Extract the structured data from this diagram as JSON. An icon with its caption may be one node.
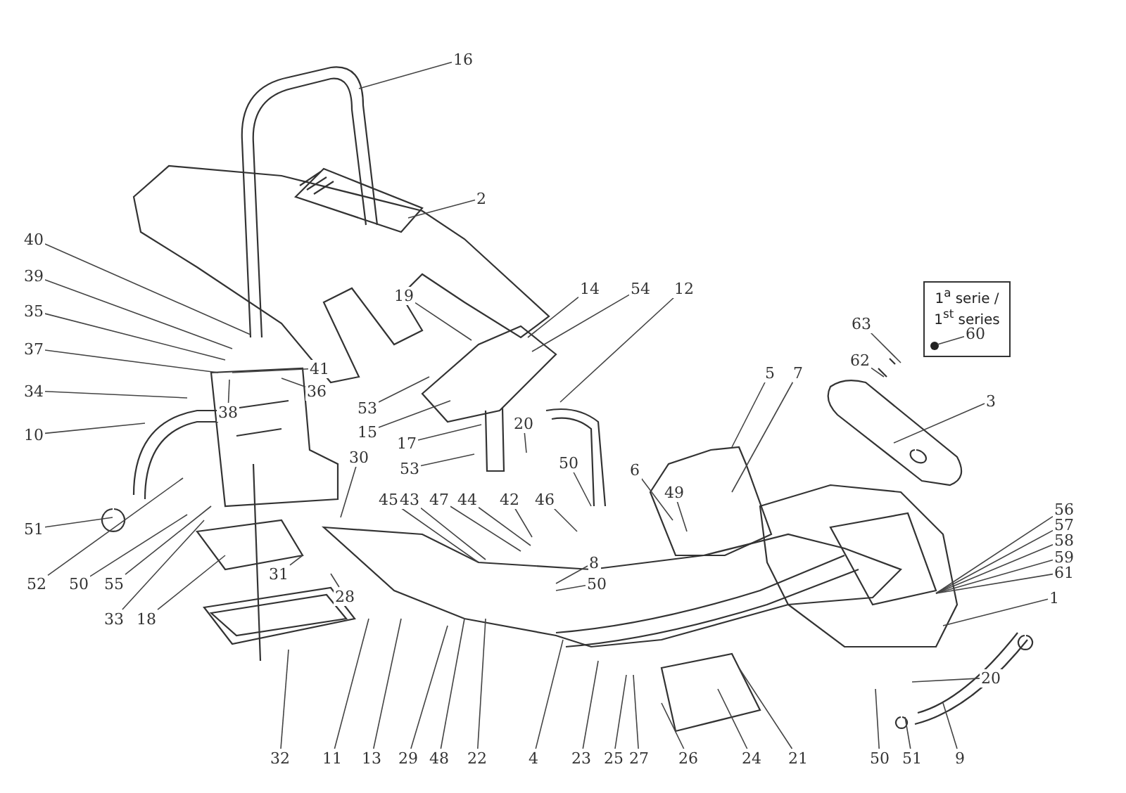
{
  "diagram": {
    "nodes": [
      {
        "text": [
          "16"
        ]
      },
      {
        "text": [
          "2"
        ]
      },
      {
        "text": [
          "40"
        ]
      },
      {
        "text": [
          "39"
        ]
      },
      {
        "text": [
          "35"
        ]
      },
      {
        "text": [
          "37"
        ]
      },
      {
        "text": [
          "41"
        ]
      },
      {
        "text": [
          "36"
        ]
      },
      {
        "text": [
          "38"
        ]
      },
      {
        "text": [
          "34"
        ]
      },
      {
        "text": [
          "10"
        ]
      },
      {
        "text": [
          "19"
        ]
      },
      {
        "text": [
          "14"
        ]
      },
      {
        "text": [
          "54"
        ]
      },
      {
        "text": [
          "12"
        ]
      },
      {
        "text": [
          "1$^{a}$ serie / 1$^{st}$ series"
        ]
      },
      {
        "text": [
          "60"
        ],
        "in": 15
      },
      {
        "text": [
          "63"
        ]
      },
      {
        "text": [
          "62"
        ]
      },
      {
        "text": [
          "53"
        ]
      },
      {
        "text": [
          "15"
        ]
      },
      {
        "text": [
          "17"
        ]
      },
      {
        "text": [
          "3"
        ]
      },
      {
        "text": [
          "5"
        ]
      },
      {
        "text": [
          "7"
        ]
      },
      {
        "text": [
          "20"
        ]
      },
      {
        "text": [
          "53"
        ]
      },
      {
        "text": [
          "30"
        ]
      },
      {
        "text": [
          "50"
        ]
      },
      {
        "text": [
          "6"
        ]
      },
      {
        "text": [
          "45"
        ]
      },
      {
        "text": [
          "43"
        ]
      },
      {
        "text": [
          "47"
        ]
      },
      {
        "text": [
          "44"
        ]
      },
      {
        "text": [
          "42"
        ]
      },
      {
        "text": [
          "46"
        ]
      },
      {
        "text": [
          "49"
        ]
      },
      {
        "text": [
          "56"
        ]
      },
      {
        "text": [
          "57"
        ]
      },
      {
        "text": [
          "58"
        ]
      },
      {
        "text": [
          "59"
        ]
      },
      {
        "text": [
          "61"
        ]
      },
      {
        "text": [
          "51"
        ]
      },
      {
        "text": [
          "8"
        ]
      },
      {
        "text": [
          "50"
        ]
      },
      {
        "text": [
          "31"
        ]
      },
      {
        "text": [
          "52"
        ]
      },
      {
        "text": [
          "50"
        ]
      },
      {
        "text": [
          "55"
        ]
      },
      {
        "text": [
          "28"
        ]
      },
      {
        "text": [
          "1"
        ]
      },
      {
        "text": [
          "33"
        ]
      },
      {
        "text": [
          "18"
        ]
      },
      {
        "text": [
          "20"
        ]
      },
      {
        "text": [
          "32"
        ]
      },
      {
        "text": [
          "11"
        ]
      },
      {
        "text": [
          "13"
        ]
      },
      {
        "text": [
          "29"
        ]
      },
      {
        "text": [
          "48"
        ]
      },
      {
        "text": [
          "22"
        ]
      },
      {
        "text": [
          "4"
        ]
      },
      {
        "text": [
          "23"
        ]
      },
      {
        "text": [
          "25"
        ]
      },
      {
        "text": [
          "27"
        ]
      },
      {
        "text": [
          "26"
        ]
      },
      {
        "text": [
          "24"
        ]
      },
      {
        "text": [
          "21"
        ]
      },
      {
        "text": [
          "50"
        ]
      },
      {
        "text": [
          "51"
        ]
      },
      {
        "text": [
          "9"
        ]
      }
    ],
    "edges": [
      {
        "from": 0,
        "to": null,
        "arrow": "none"
      },
      {
        "from": 1,
        "to": null,
        "arrow": "none"
      },
      {
        "from": 2,
        "to": null,
        "arrow": "none"
      },
      {
        "from": 3,
        "to": null,
        "arrow": "none"
      },
      {
        "from": 4,
        "to": null,
        "arrow": "none"
      },
      {
        "from": 5,
        "to": null,
        "arrow": "none"
      },
      {
        "from": 6,
        "to": null,
        "arrow": "none"
      },
      {
        "from": 7,
        "to": null,
        "arrow": "none"
      },
      {
        "from": 8,
        "to": null,
        "arrow": "none"
      },
      {
        "from": 9,
        "to": null,
        "arrow": "none"
      },
      {
        "from": 10,
        "to": null,
        "arrow": "none"
      },
      {
        "from": 11,
        "to": null,
        "arrow": "none"
      },
      {
        "from": 12,
        "to": null,
        "arrow": "none"
      },
      {
        "from": 13,
        "to": null,
        "arrow": "none"
      },
      {
        "from": 14,
        "to": null,
        "arrow": "none"
      },
      {
        "from": 16,
        "to": null,
        "arrow": "none"
      },
      {
        "from": 17,
        "to": null,
        "arrow": "none"
      },
      {
        "from": 18,
        "to": null,
        "arrow": "none"
      },
      {
        "from": 19,
        "to": null,
        "arrow": "none"
      },
      {
        "from": 20,
        "to": null,
        "arrow": "none"
      },
      {
        "from": 21,
        "to": null,
        "arrow": "none"
      },
      {
        "from": 22,
        "to": null,
        "arrow": "none"
      },
      {
        "from": 23,
        "to": null,
        "arrow": "none"
      },
      {
        "from": 24,
        "to": null,
        "arrow": "none"
      },
      {
        "from": 25,
        "to": null,
        "arrow": "none"
      },
      {
        "from": 26,
        "to": null,
        "arrow": "none"
      },
      {
        "from": 27,
        "to": null,
        "arrow": "none"
      },
      {
        "from": 28,
        "to": null,
        "arrow": "none"
      },
      {
        "from": 29,
        "to": null,
        "arrow": "none"
      },
      {
        "from": 30,
        "to": null,
        "arrow": "none"
      },
      {
        "from": 31,
        "to": null,
        "arrow": "none"
      },
      {
        "from": 32,
        "to": null,
        "arrow": "none"
      },
      {
        "from": 33,
        "to": null,
        "arrow": "none"
      },
      {
        "from": 34,
        "to": null,
        "arrow": "none"
      },
      {
        "from": 35,
        "to": null,
        "arrow": "none"
      },
      {
        "from": 36,
        "to": null,
        "arrow": "none"
      },
      {
        "from": 37,
        "to": null,
        "arrow": "none"
      },
      {
        "from": 38,
        "to": null,
        "arrow": "none"
      },
      {
        "from": 39,
        "to": null,
        "arrow": "none"
      },
      {
        "from": 40,
        "to": null,
        "arrow": "none"
      },
      {
        "from": 41,
        "to": null,
        "arrow": "none"
      },
      {
        "from": 42,
        "to": null,
        "arrow": "none"
      },
      {
        "from": 43,
        "to": null,
        "arrow": "none"
      },
      {
        "from": 44,
        "to": null,
        "arrow": "none"
      },
      {
        "from": 45,
        "to": null,
        "arrow": "none"
      },
      {
        "from": 46,
        "to": null,
        "arrow": "none"
      },
      {
        "from": 47,
        "to": null,
        "arrow": "none"
      },
      {
        "from": 48,
        "to": null,
        "arrow": "none"
      },
      {
        "from": 49,
        "to": null,
        "arrow": "none"
      },
      {
        "from": 50,
        "to": null,
        "arrow": "none"
      },
      {
        "from": 51,
        "to": null,
        "arrow": "none"
      },
      {
        "from": 52,
        "to": null,
        "arrow": "none"
      },
      {
        "from": 53,
        "to": null,
        "arrow": "none"
      },
      {
        "from": 54,
        "to": null,
        "arrow": "none"
      },
      {
        "from": 55,
        "to": null,
        "arrow": "none"
      },
      {
        "from": 56,
        "to": null,
        "arrow": "none"
      },
      {
        "from": 57,
        "to": null,
        "arrow": "none"
      },
      {
        "from": 58,
        "to": null,
        "arrow": "none"
      },
      {
        "from": 59,
        "to": null,
        "arrow": "none"
      },
      {
        "from": 60,
        "to": null,
        "arrow": "none"
      },
      {
        "from": 61,
        "to": null,
        "arrow": "none"
      },
      {
        "from": 62,
        "to": null,
        "arrow": "none"
      },
      {
        "from": 63,
        "to": null,
        "arrow": "none"
      },
      {
        "from": 64,
        "to": null,
        "arrow": "none"
      },
      {
        "from": 65,
        "to": null,
        "arrow": "none"
      },
      {
        "from": 66,
        "to": null,
        "arrow": "none"
      },
      {
        "from": 67,
        "to": null,
        "arrow": "none"
      },
      {
        "from": 68,
        "to": null,
        "arrow": "none"
      },
      {
        "from": 69,
        "to": null,
        "arrow": "none"
      }
    ]
  }
}
